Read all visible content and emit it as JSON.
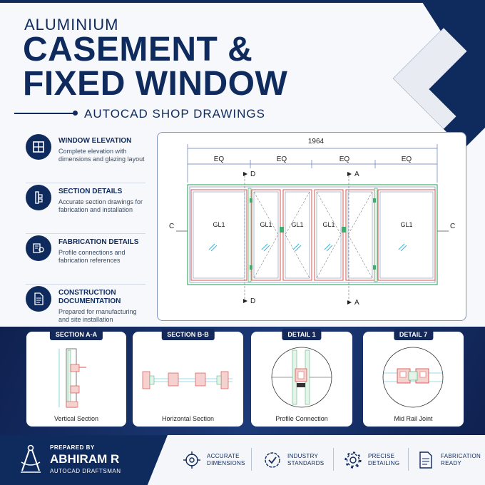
{
  "header": {
    "subtitle": "ALUMINIUM",
    "title_line1": "CASEMENT &",
    "title_line2": "FIXED WINDOW",
    "tagline": "AUTOCAD SHOP DRAWINGS"
  },
  "features": [
    {
      "icon": "window-grid-icon",
      "title": "WINDOW ELEVATION",
      "desc": "Complete elevation with dimensions and glazing layout"
    },
    {
      "icon": "section-profile-icon",
      "title": "SECTION DETAILS",
      "desc": "Accurate section drawings for fabrication and installation"
    },
    {
      "icon": "fabrication-icon",
      "title": "FABRICATION DETAILS",
      "desc": "Profile connections and fabrication references"
    },
    {
      "icon": "document-icon",
      "title": "CONSTRUCTION DOCUMENTATION",
      "desc": "Prepared for manufacturing and site installation"
    }
  ],
  "drawing": {
    "overall_width": "1964",
    "eq_labels": [
      "EQ",
      "EQ",
      "EQ",
      "EQ"
    ],
    "panel_labels": [
      "GL1",
      "GL1",
      "GL1",
      "GL1",
      "GL1"
    ],
    "section_marks": {
      "left": "C",
      "right": "C",
      "d_top": "D",
      "d_bottom": "D",
      "a_top": "A",
      "a_bottom": "A"
    }
  },
  "cards": [
    {
      "tab": "SECTION A-A",
      "caption": "Vertical Section"
    },
    {
      "tab": "SECTION B-B",
      "caption": "Horizontal Section"
    },
    {
      "tab": "DETAIL 1",
      "caption": "Profile Connection"
    },
    {
      "tab": "DETAIL 7",
      "caption": "Mid Rail Joint"
    }
  ],
  "footer": {
    "prepared_by": "PREPARED BY",
    "name": "ABHIRAM R",
    "role": "AUTOCAD DRAFTSMAN",
    "badges": [
      {
        "icon": "target-icon",
        "line1": "ACCURATE",
        "line2": "DIMENSIONS"
      },
      {
        "icon": "check-seal-icon",
        "line1": "INDUSTRY",
        "line2": "STANDARDS"
      },
      {
        "icon": "gear-icon",
        "line1": "PRECISE",
        "line2": "DETAILING"
      },
      {
        "icon": "document-icon",
        "line1": "FABRICATION",
        "line2": "READY"
      }
    ]
  },
  "colors": {
    "navy": "#0f2a5c",
    "accent_red": "#d9544f",
    "accent_green": "#3fae6a",
    "dim_blue": "#5a7bb5"
  }
}
